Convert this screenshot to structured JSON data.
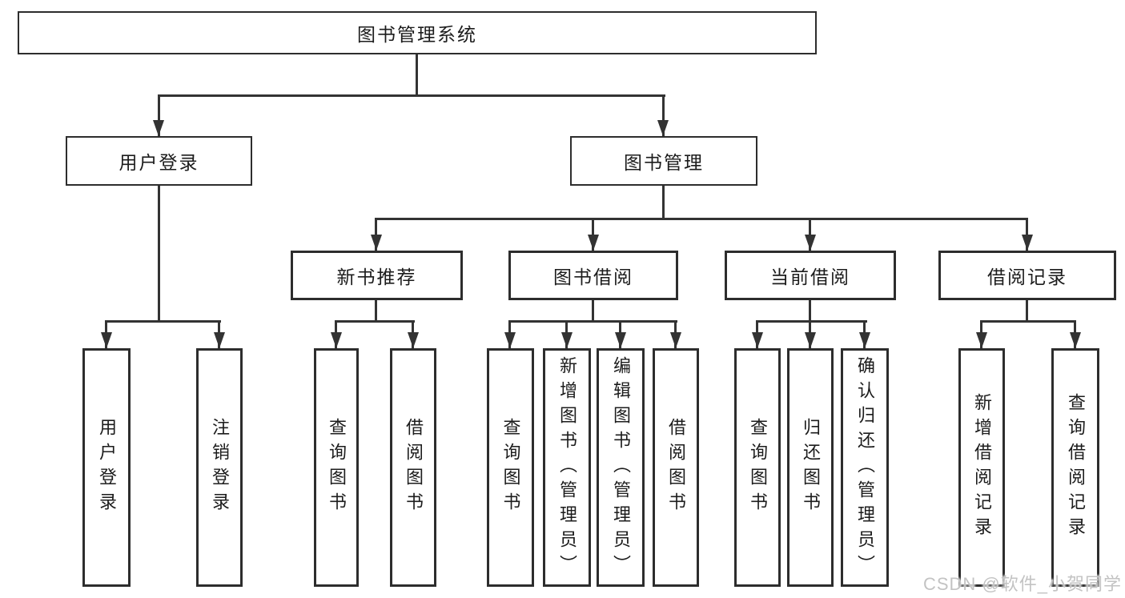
{
  "diagram": {
    "root": {
      "label": "图书管理系统"
    },
    "level2": {
      "user_login": {
        "label": "用户登录"
      },
      "book_management": {
        "label": "图书管理"
      }
    },
    "level3": {
      "new_book_recommend": {
        "label": "新书推荐"
      },
      "book_borrow": {
        "label": "图书借阅"
      },
      "current_borrow": {
        "label": "当前借阅"
      },
      "borrow_records": {
        "label": "借阅记录"
      }
    },
    "leaves": {
      "login": {
        "label": "用户登录"
      },
      "logout": {
        "label": "注销登录"
      },
      "rec_query_books": {
        "label": "查询图书"
      },
      "rec_borrow_books": {
        "label": "借阅图书"
      },
      "bb_query_books": {
        "label": "查询图书"
      },
      "bb_add_books": {
        "label": "新增图书（管理员）"
      },
      "bb_edit_books": {
        "label": "编辑图书（管理员）"
      },
      "bb_borrow_books": {
        "label": "借阅图书"
      },
      "cb_query_books": {
        "label": "查询图书"
      },
      "cb_return_books": {
        "label": "归还图书"
      },
      "cb_confirm_return": {
        "label": "确认归还（管理员）"
      },
      "br_add_record": {
        "label": "新增借阅记录"
      },
      "br_query_record": {
        "label": "查询借阅记录"
      }
    }
  },
  "watermark": "CSDN @软件_小贺同学",
  "colors": {
    "line": "#333333",
    "box_border": "#2d2d2d",
    "text": "#1c1c1c",
    "watermark": "#c3c3c3",
    "background": "#ffffff"
  }
}
